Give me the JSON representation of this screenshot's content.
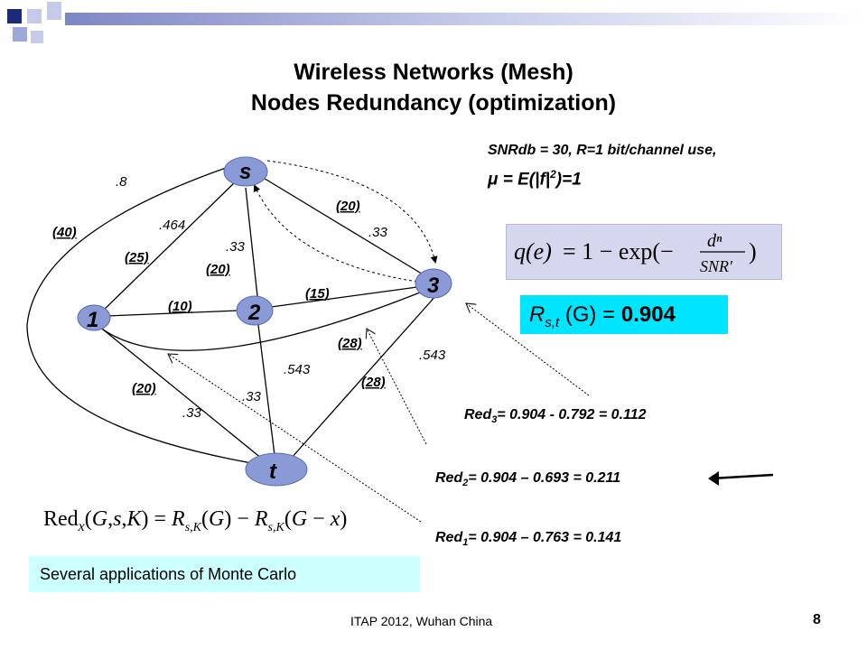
{
  "title_line1": "Wireless Networks (Mesh)",
  "title_line2": "Nodes Redundancy (optimization)",
  "nodes": [
    {
      "id": "s",
      "label": "s"
    },
    {
      "id": "1",
      "label": "1"
    },
    {
      "id": "2",
      "label": "2"
    },
    {
      "id": "3",
      "label": "3"
    },
    {
      "id": "t",
      "label": "t"
    }
  ],
  "edge_labels": {
    "s_1_dist": "(25)",
    "s_1_prob": ".464",
    "s_2_dist": "(20)",
    "s_2_prob": ".33",
    "s_3_dist": "(20)",
    "s_3_prob": ".33",
    "s_t_dist": "(40)",
    "s_t_prob": ".8",
    "1_2_dist": "(10)",
    "2_3_dist": "(15)",
    "1_3_dist": "(28)",
    "1_t_dist": "(20)",
    "1_t_prob": ".33",
    "2_t_prob": ".33",
    "2_t_prob2": ".543",
    "3_t_dist": "(28)",
    "3_t_prob": ".543"
  },
  "params": {
    "snr": "SNRdb = 30, R=1 bit/channel use,",
    "mu_prefix": "μ",
    "mu_rest": " = E(|f|",
    "mu_sup": "2",
    "mu_end": ")=1"
  },
  "formula_q": "q(e) = 1 − exp(− dⁿ / SNR′)",
  "rst": {
    "label": "R",
    "sub": "s,t",
    "mid": " (G) = ",
    "value": "0.904"
  },
  "redundancy": [
    {
      "name": "Red",
      "sub": "3",
      "expr": "= 0.904 - 0.792 = 0.112"
    },
    {
      "name": "Red",
      "sub": "2",
      "expr": "= 0.904 – 0.693 = 0.211"
    },
    {
      "name": "Red",
      "sub": "1",
      "expr": "= 0.904 – 0.763 = 0.141"
    }
  ],
  "formula_red": "Red_x(G,s,K) = R_s,K(G) − R_s,K(G − x)",
  "footer_box": "Several applications of Monte Carlo",
  "footer_text": "ITAP 2012, Wuhan China",
  "page_number": "8",
  "colors": {
    "node_fill": "#8a9ad6",
    "rst_box": "#00e5ff",
    "footer_box": "#ccffff",
    "formula_box": "#d6d6ee",
    "deco_navy": "#1c2a7c",
    "deco_lavender": "#9fa8dd"
  }
}
